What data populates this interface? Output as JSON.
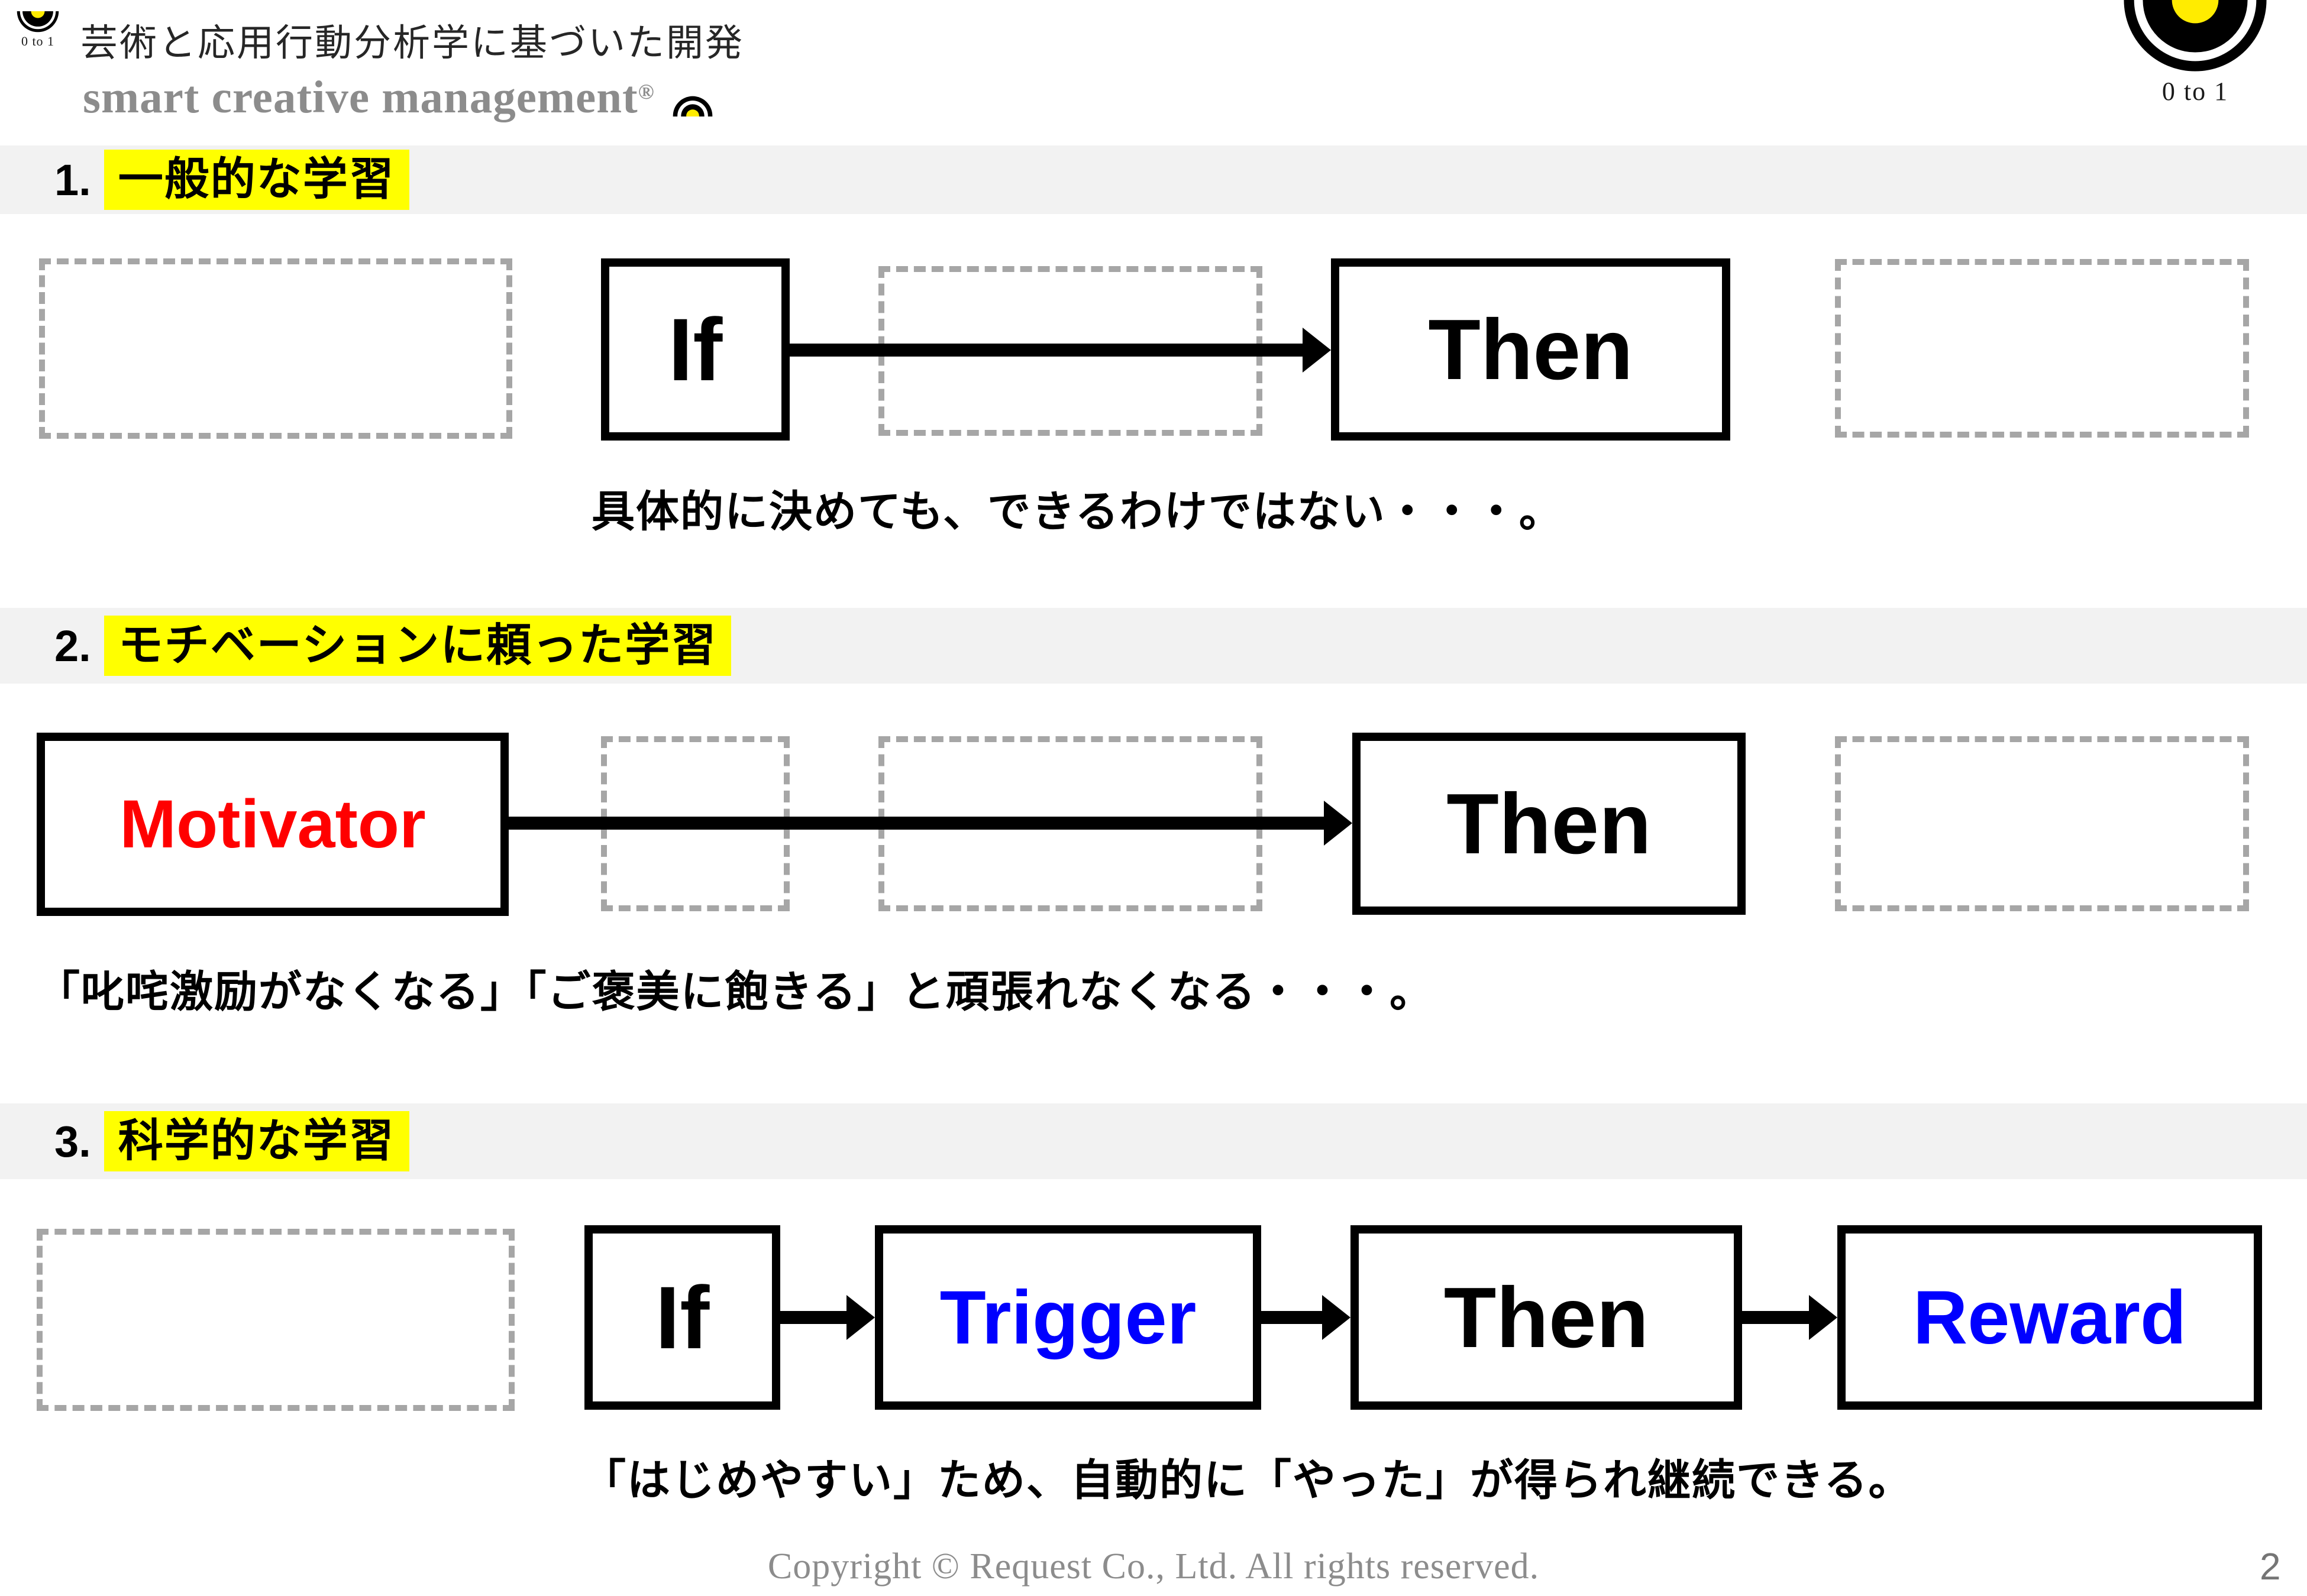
{
  "header": {
    "tagline": "芸術と応用行動分析学に基づいた開発",
    "brand": "smart creative management",
    "registered_mark": "®",
    "logo_caption": "0 to 1"
  },
  "right_logo": {
    "caption": "0 to 1"
  },
  "sections": [
    {
      "number": "1.",
      "title": "一般的な学習",
      "caption": "具体的に決めても、できるわけではない・・・。"
    },
    {
      "number": "2.",
      "title": "モチベーションに頼った学習",
      "caption": "「叱咤激励がなくなる」「ご褒美に飽きる」と頑張れなくなる・・・。"
    },
    {
      "number": "3.",
      "title": "科学的な学習",
      "caption": "「はじめやすい」ため、自動的に「やった」が得られ継続できる。"
    }
  ],
  "flows": {
    "row1": {
      "if_label": "If",
      "then_label": "Then"
    },
    "row2": {
      "motivator_label": "Motivator",
      "then_label": "Then"
    },
    "row3": {
      "if_label": "If",
      "trigger_label": "Trigger",
      "then_label": "Then",
      "reward_label": "Reward"
    }
  },
  "footer": {
    "copyright": "Copyright © Request Co., Ltd.  All rights reserved.",
    "page_number": "2"
  },
  "colors": {
    "highlight_yellow": "#ffff00",
    "logo_yellow": "#ffec00",
    "motivator_red": "#ff0000",
    "accent_blue": "#0000ff",
    "band_gray": "#f2f2f2",
    "dash_gray": "#a6a6a6",
    "text_black": "#000000",
    "muted_gray": "#8c8c8c"
  }
}
